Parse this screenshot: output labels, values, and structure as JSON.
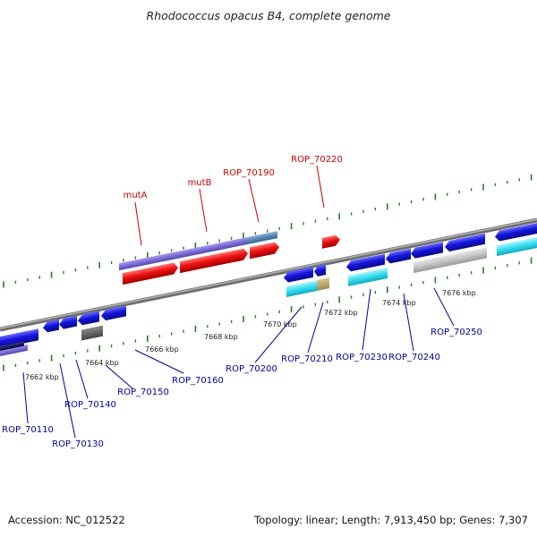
{
  "header": {
    "title": "Rhodococcus opacus B4, complete genome"
  },
  "footer": {
    "accession": "Accession: NC_012522",
    "topology": "Topology: linear; Length: 7,913,450 bp; Genes: 7,307"
  },
  "colors": {
    "forward_label": "#cc0000",
    "reverse_label": "#000099",
    "backbone": "#8c8c8c",
    "tick": "#2a7a2a",
    "gene_red": "#ee1111",
    "gene_blue": "#1515dd",
    "gene_purple": "#7b6bd6",
    "gene_cyan": "#33ddee",
    "gene_grey": "#c4c4c4",
    "gene_dark": "#555555"
  },
  "scale_labels": [
    "7662 kbp",
    "7664 kbp",
    "7666 kbp",
    "7668 kbp",
    "7670 kbp",
    "7672 kbp",
    "7674 kbp",
    "7676 kbp"
  ],
  "forward_labels": [
    {
      "text": "mutA",
      "icon": "red-label"
    },
    {
      "text": "mutB",
      "icon": "red-label"
    },
    {
      "text": "ROP_70190",
      "icon": "red-label"
    },
    {
      "text": "ROP_70220",
      "icon": "red-label"
    }
  ],
  "reverse_labels": [
    {
      "text": "ROP_70110"
    },
    {
      "text": "ROP_70130"
    },
    {
      "text": "ROP_70140"
    },
    {
      "text": "ROP_70150"
    },
    {
      "text": "ROP_70160"
    },
    {
      "text": "ROP_70200"
    },
    {
      "text": "ROP_70210"
    },
    {
      "text": "ROP_70230"
    },
    {
      "text": "ROP_70240"
    },
    {
      "text": "ROP_70250"
    }
  ]
}
